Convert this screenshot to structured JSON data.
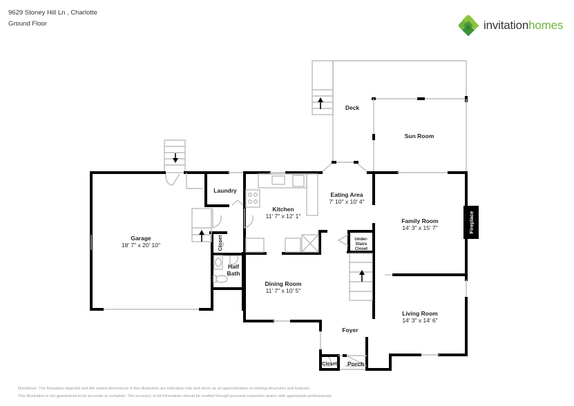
{
  "header": {
    "address": "9629 Stoney Hill Ln , Charlotte",
    "floor": "Ground Floor"
  },
  "logo": {
    "icon": "invitation-homes-logo-icon",
    "text_part1": "invitation",
    "text_part2": "homes",
    "colors": {
      "dark_green": "#3d8f3a",
      "light_green": "#8cc63f",
      "text": "#333333",
      "accent": "#6db33f"
    }
  },
  "rooms": {
    "deck": {
      "name": "Deck"
    },
    "sun_room": {
      "name": "Sun Room"
    },
    "garage": {
      "name": "Garage",
      "dim": "18' 7\" x 20' 10\""
    },
    "laundry": {
      "name": "Laundry"
    },
    "kitchen": {
      "name": "Kitchen",
      "dim": "11' 7\" x 12' 1\""
    },
    "eating_area": {
      "name": "Eating Area",
      "dim": "7' 10\" x 10' 4\""
    },
    "family_room": {
      "name": "Family Room",
      "dim": "14' 3\" x 15' 7\""
    },
    "fireplace": {
      "name": "Fireplace"
    },
    "under_stairs_closet": {
      "line1": "Under-",
      "line2": "Stairs",
      "line3": "Closet"
    },
    "closet_hall": {
      "name": "Closet"
    },
    "half_bath": {
      "line1": "Half",
      "line2": "Bath"
    },
    "dining_room": {
      "name": "Dining Room",
      "dim": "11' 7\" x 10' 5\""
    },
    "living_room": {
      "name": "Living Room",
      "dim": "14' 3\" x 14' 6\""
    },
    "foyer": {
      "name": "Foyer"
    },
    "closet_foyer": {
      "name": "Closet"
    },
    "porch": {
      "name": "Porch"
    }
  },
  "disclaimer": {
    "line1": "Disclaimer: The floorplans depicted and the stated dimensions in this illustration are indicative only and serve as an approximation of existing structures and features.",
    "line2": "This illustration is not guaranteed to be accurate or complete. The accuracy of all information should be verified through personal inspection and/or with appropriate professionals."
  }
}
